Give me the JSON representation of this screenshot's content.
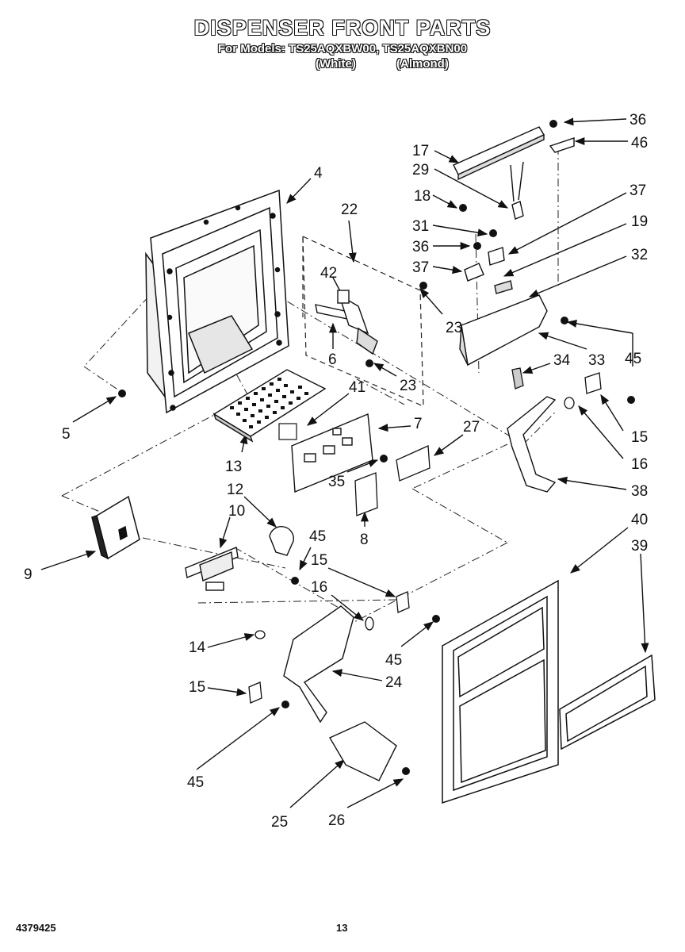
{
  "header": {
    "title": "DISPENSER FRONT PARTS",
    "models_line": "For Models: TS25AQXBW00, TS25AQXBN00",
    "variant_white": "(White)",
    "variant_almond": "(Almond)"
  },
  "footer": {
    "doc_number": "4379425",
    "page_number": "13"
  },
  "callouts": [
    {
      "id": "36a",
      "text": "36"
    },
    {
      "id": "46",
      "text": "46"
    },
    {
      "id": "17",
      "text": "17"
    },
    {
      "id": "29",
      "text": "29"
    },
    {
      "id": "37a",
      "text": "37"
    },
    {
      "id": "18",
      "text": "18"
    },
    {
      "id": "4",
      "text": "4"
    },
    {
      "id": "22",
      "text": "22"
    },
    {
      "id": "31",
      "text": "31"
    },
    {
      "id": "19",
      "text": "19"
    },
    {
      "id": "36b",
      "text": "36"
    },
    {
      "id": "32",
      "text": "32"
    },
    {
      "id": "42",
      "text": "42"
    },
    {
      "id": "37b",
      "text": "37"
    },
    {
      "id": "23a",
      "text": "23"
    },
    {
      "id": "33",
      "text": "33"
    },
    {
      "id": "45a",
      "text": "45"
    },
    {
      "id": "6",
      "text": "6"
    },
    {
      "id": "34",
      "text": "34"
    },
    {
      "id": "23b",
      "text": "23"
    },
    {
      "id": "41",
      "text": "41"
    },
    {
      "id": "5",
      "text": "5"
    },
    {
      "id": "15a",
      "text": "15"
    },
    {
      "id": "7",
      "text": "7"
    },
    {
      "id": "16a",
      "text": "16"
    },
    {
      "id": "13",
      "text": "13"
    },
    {
      "id": "27",
      "text": "27"
    },
    {
      "id": "35",
      "text": "35"
    },
    {
      "id": "38",
      "text": "38"
    },
    {
      "id": "12",
      "text": "12"
    },
    {
      "id": "40",
      "text": "40"
    },
    {
      "id": "10",
      "text": "10"
    },
    {
      "id": "39",
      "text": "39"
    },
    {
      "id": "45b",
      "text": "45"
    },
    {
      "id": "9",
      "text": "9"
    },
    {
      "id": "8",
      "text": "8"
    },
    {
      "id": "15b",
      "text": "15"
    },
    {
      "id": "16b",
      "text": "16"
    },
    {
      "id": "14",
      "text": "14"
    },
    {
      "id": "45c",
      "text": "45"
    },
    {
      "id": "24",
      "text": "24"
    },
    {
      "id": "15c",
      "text": "15"
    },
    {
      "id": "45d",
      "text": "45"
    },
    {
      "id": "25",
      "text": "25"
    },
    {
      "id": "26",
      "text": "26"
    }
  ]
}
